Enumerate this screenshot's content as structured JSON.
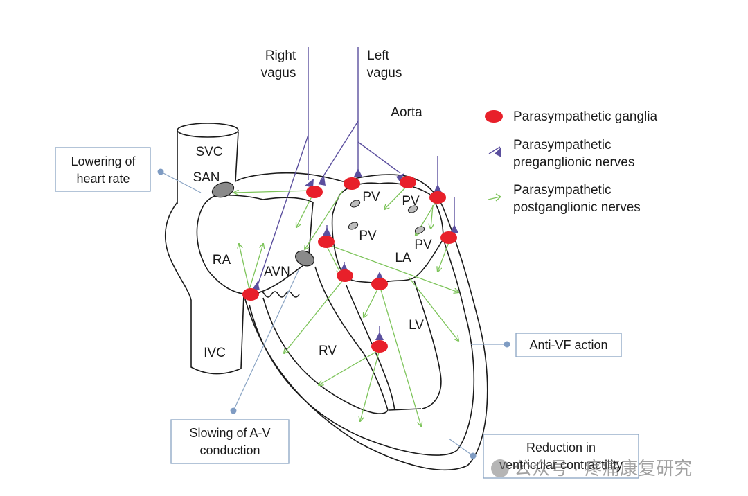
{
  "nerves": {
    "right_vagus": [
      "Right",
      "vagus"
    ],
    "left_vagus": [
      "Left",
      "vagus"
    ]
  },
  "structures": {
    "aorta": "Aorta",
    "svc": "SVC",
    "san": "SAN",
    "ra": "RA",
    "avn": "AVN",
    "ivc": "IVC",
    "rv": "RV",
    "lv": "LV",
    "la": "LA",
    "pv": "PV"
  },
  "legend": {
    "ganglia": "Parasympathetic ganglia",
    "preganglionic": [
      "Parasympathetic",
      "preganglionic nerves"
    ],
    "postganglionic": [
      "Parasympathetic",
      "postganglionic nerves"
    ]
  },
  "callouts": {
    "heart_rate": [
      "Lowering of",
      "heart rate"
    ],
    "av_conduction": [
      "Slowing of A-V",
      "conduction"
    ],
    "anti_vf": "Anti-VF action",
    "contractility": [
      "Reduction in",
      "ventricular contractility"
    ]
  },
  "watermark": "公众号 · 疼痛康复研究",
  "colors": {
    "ganglia": "#e8202a",
    "preganglionic": "#5b4f9e",
    "postganglionic": "#7dc45a",
    "callout_border": "#8aa4c4",
    "callout_dot": "#7f9cc3",
    "node_gray": "#8a8a8a"
  }
}
